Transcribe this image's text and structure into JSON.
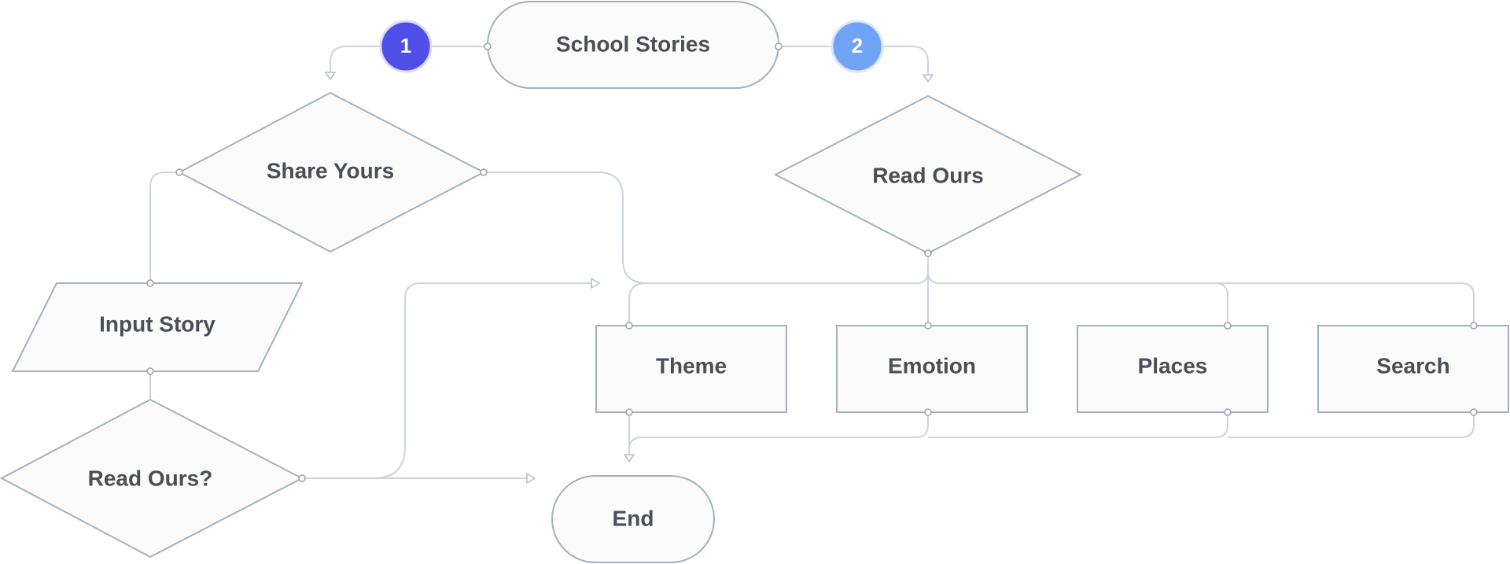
{
  "nodes": {
    "school_stories": "School Stories",
    "share_yours": "Share Yours",
    "read_ours": "Read Ours",
    "input_story": "Input Story",
    "read_ours_question": "Read Ours?",
    "theme": "Theme",
    "emotion": "Emotion",
    "places": "Places",
    "search": "Search",
    "end": "End"
  },
  "badges": {
    "one": "1",
    "two": "2"
  },
  "colors": {
    "badge_one": "#4f4fe8",
    "badge_two": "#6fa3f4",
    "shape_fill": "#fbfbfb",
    "shape_stroke": "#a3b1c0",
    "edge": "#cdd4dd",
    "text": "#4a4f57"
  }
}
